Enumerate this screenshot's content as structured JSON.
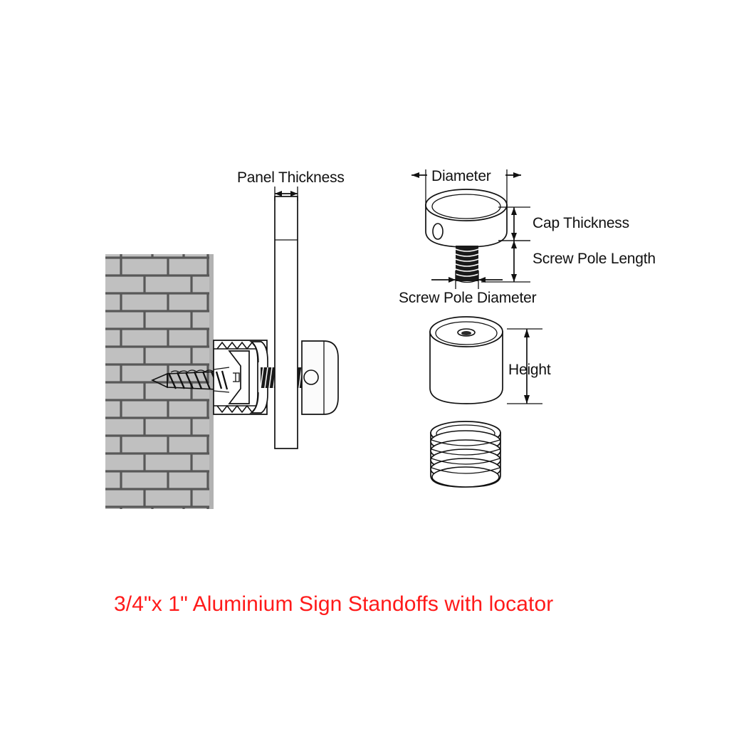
{
  "page": {
    "background_color": "#ffffff",
    "title": "Sign Standoff Technical Diagram"
  },
  "caption": {
    "text": "3/4\"x 1\"  Aluminium Sign Standoffs with locator",
    "color": "#ff1a1a"
  },
  "labels": {
    "panel_thickness": "Panel Thickness",
    "diameter": "Diameter",
    "cap_thickness": "Cap Thickness",
    "screw_pole_length": "Screw Pole Length",
    "screw_pole_diameter": "Screw Pole Diameter",
    "height": "Height"
  },
  "colors": {
    "line": "#111111",
    "brick_fill": "#c0c0c0",
    "brick_fill_alt": "#c6c6c6",
    "mortar": "#585858",
    "part_fill": "#ffffff",
    "caption": "#ff1a1a"
  },
  "assembly": {
    "name": "wall-mount-cross-section",
    "components": [
      "brick-wall",
      "wood-screw",
      "standoff-barrel",
      "locator-washer",
      "countersunk-screw-head",
      "threaded-stud",
      "sign-panel",
      "cap"
    ]
  },
  "parts": {
    "cap_assembly": {
      "name": "cap-with-screw-pole",
      "features": [
        "cap-body",
        "set-screw-hole",
        "threaded-screw-pole"
      ]
    },
    "barrel": {
      "name": "standoff-barrel",
      "features": [
        "cylinder-body",
        "threaded-top-hole"
      ]
    },
    "locator": {
      "name": "locator-coil",
      "ring_count": 6
    }
  }
}
